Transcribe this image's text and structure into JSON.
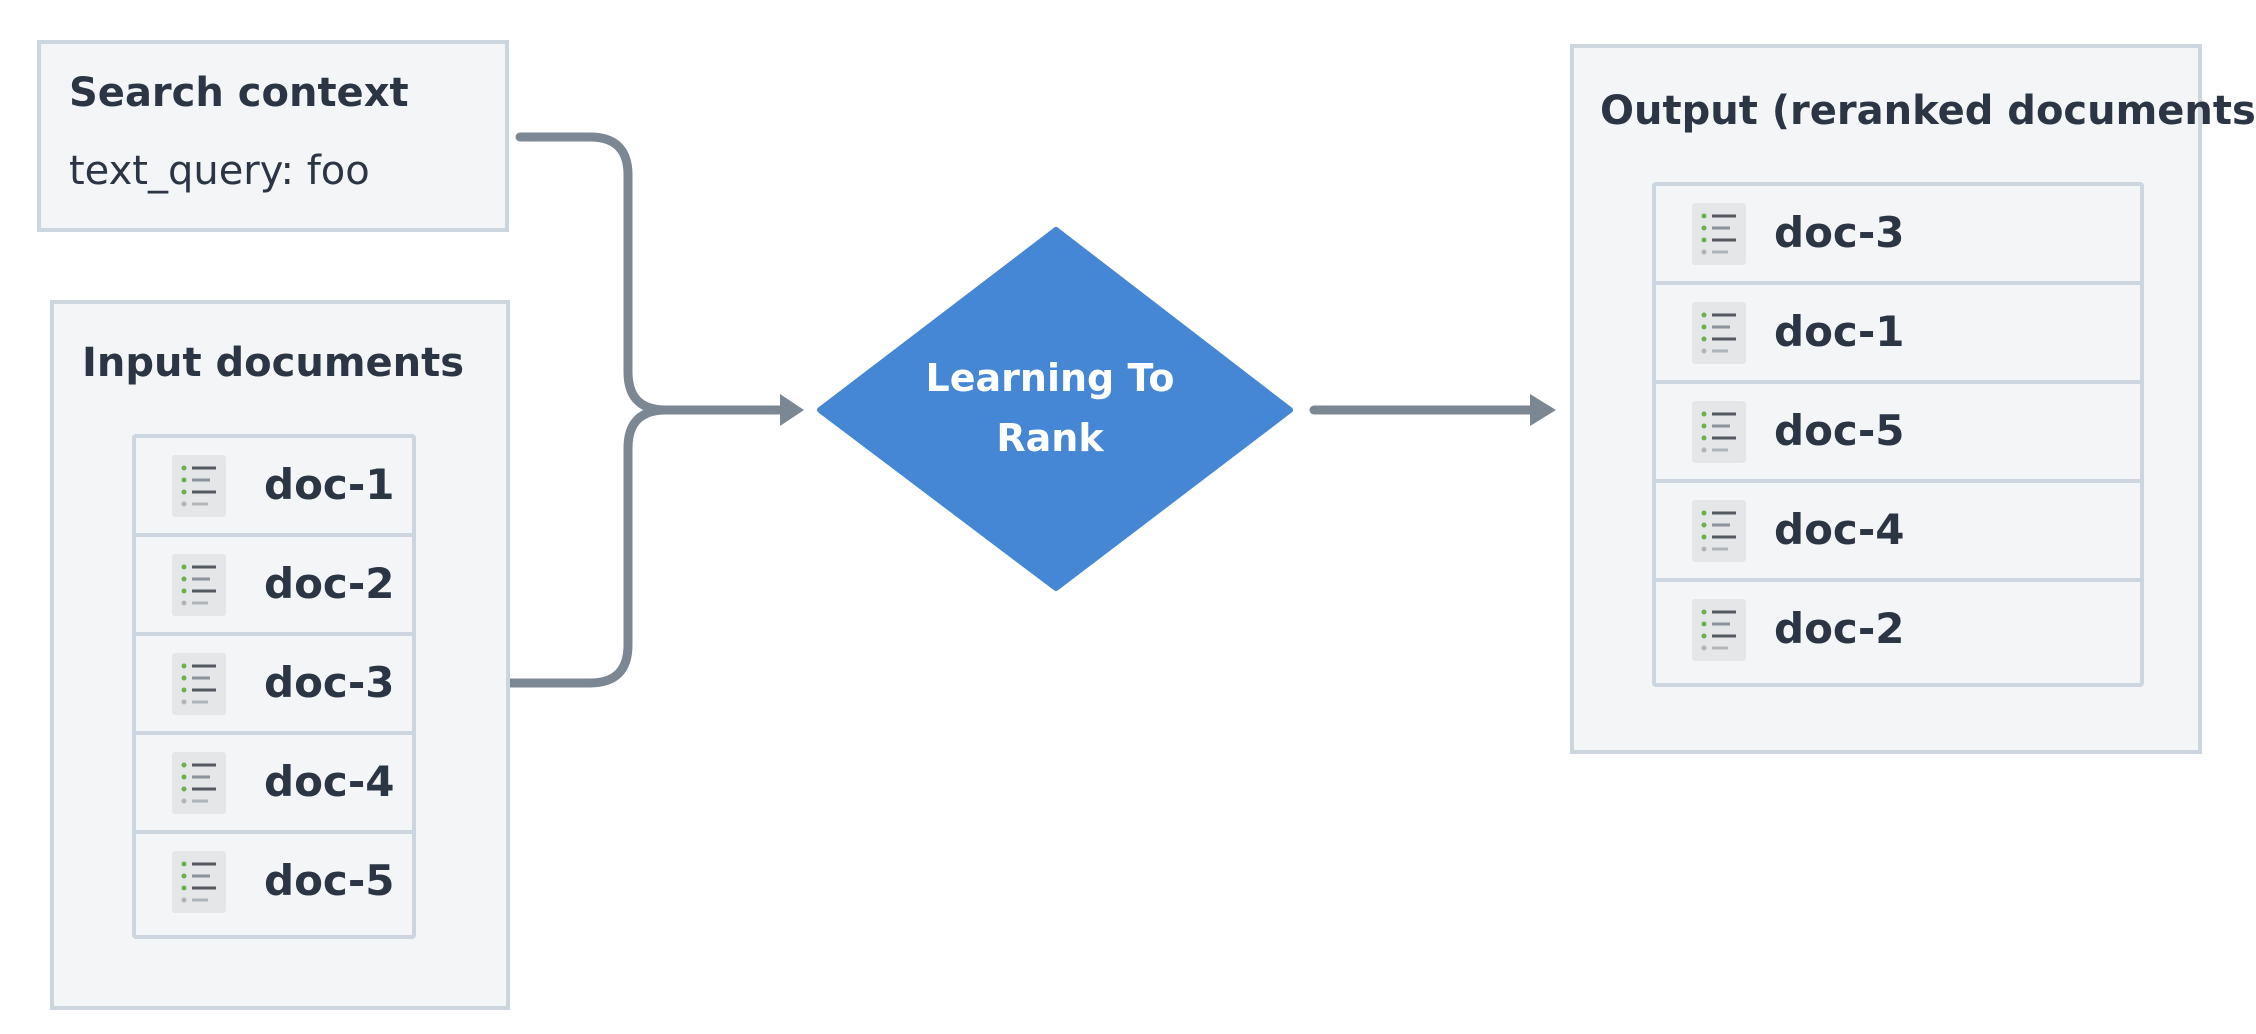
{
  "search_context": {
    "title": "Search context",
    "query": "text_query: foo"
  },
  "input_documents": {
    "title": "Input documents",
    "items": [
      "doc-1",
      "doc-2",
      "doc-3",
      "doc-4",
      "doc-5"
    ]
  },
  "reranker": {
    "label_line1": "Learning To",
    "label_line2": "Rank"
  },
  "output_documents": {
    "title": "Output (reranked documents)",
    "items": [
      "doc-3",
      "doc-1",
      "doc-5",
      "doc-4",
      "doc-2"
    ]
  },
  "colors": {
    "panel_bg": "#f3f5f7",
    "panel_border": "#cdd6de",
    "connector": "#7c8794",
    "diamond": "#4586d5",
    "text": "#2b3544",
    "icon_green": "#6cb04a"
  },
  "icons": {
    "document": "list-document-icon",
    "arrow": "arrowhead-icon"
  }
}
